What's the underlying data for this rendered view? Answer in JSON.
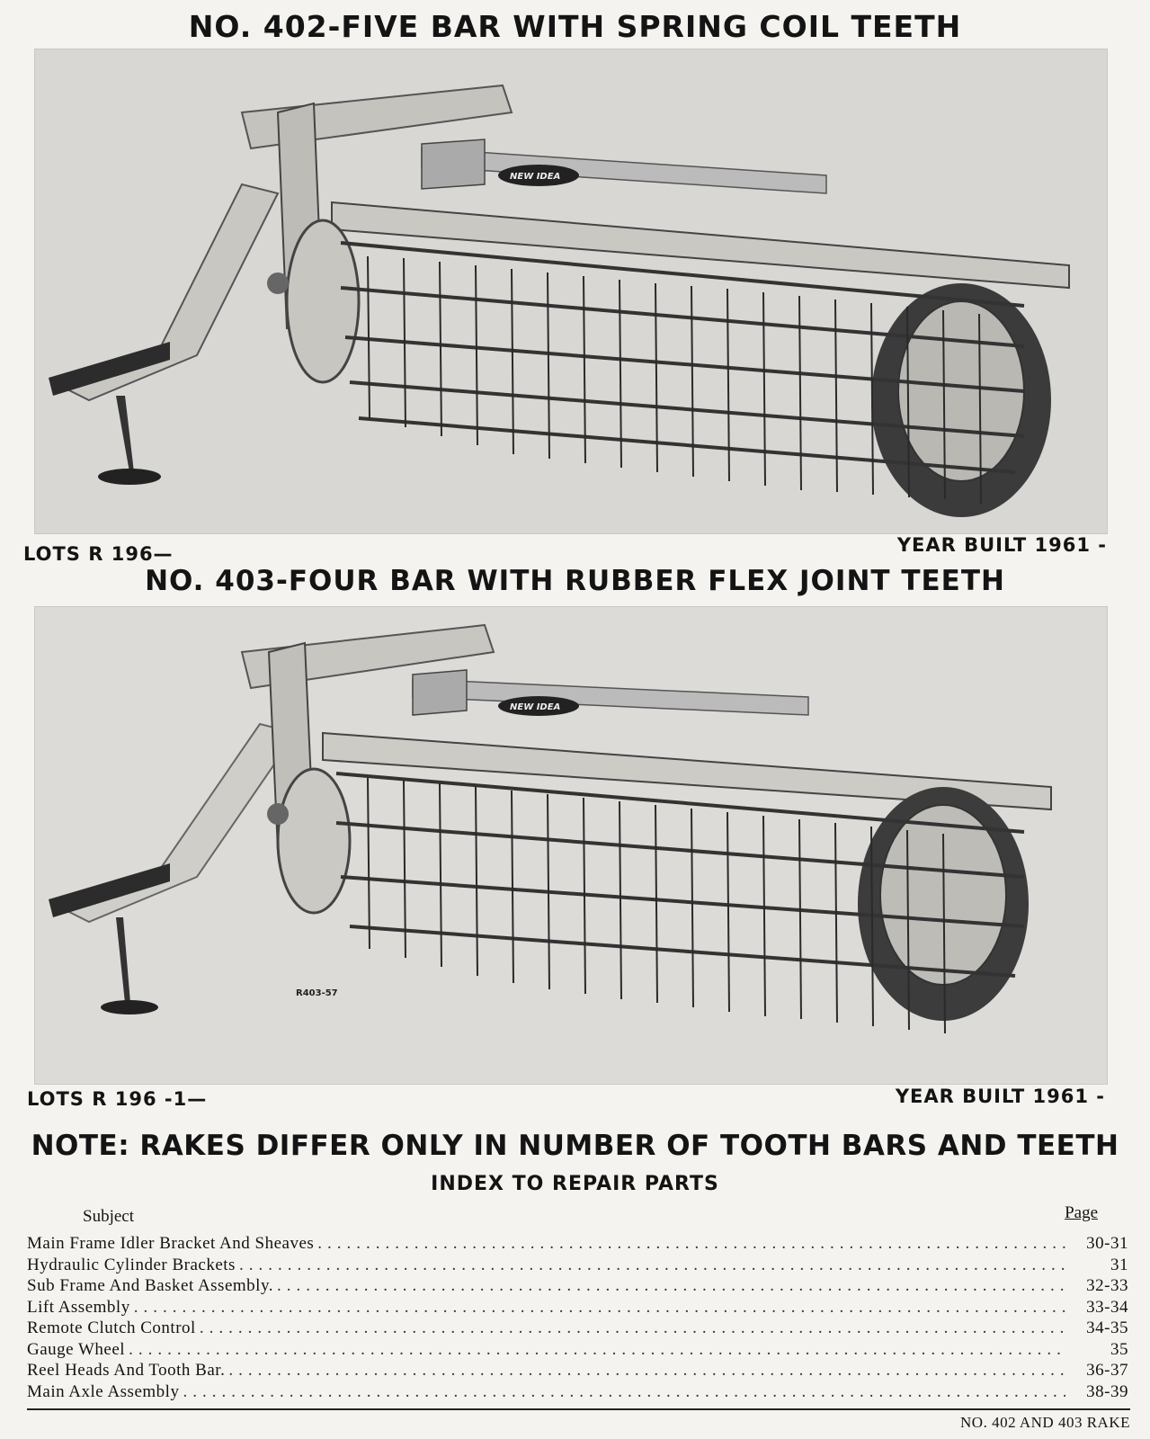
{
  "top": {
    "title": "NO. 402-FIVE BAR WITH SPRING COIL TEETH",
    "lots": "LOTS R 196—",
    "year": "YEAR BUILT 1961 -",
    "badge": "NEW IDEA"
  },
  "bottom": {
    "title": "NO. 403-FOUR BAR WITH RUBBER FLEX JOINT TEETH",
    "lots": "LOTS R 196 -1—",
    "year": "YEAR BUILT 1961 -",
    "badge": "NEW IDEA",
    "plate": "R403-57"
  },
  "note": "NOTE: RAKES DIFFER ONLY IN NUMBER OF TOOTH BARS AND TEETH",
  "index": {
    "title": "INDEX TO REPAIR PARTS",
    "subject_header": "Subject",
    "page_header": "Page",
    "items": [
      {
        "subject": "Main Frame Idler Bracket And Sheaves",
        "page": "30-31"
      },
      {
        "subject": "Hydraulic Cylinder Brackets",
        "page": "31"
      },
      {
        "subject": "Sub Frame And Basket Assembly.",
        "page": "32-33"
      },
      {
        "subject": "Lift Assembly",
        "page": "33-34"
      },
      {
        "subject": "Remote Clutch Control",
        "page": "34-35"
      },
      {
        "subject": "Gauge Wheel",
        "page": "35"
      },
      {
        "subject": "Reel Heads And Tooth Bar.",
        "page": "36-37"
      },
      {
        "subject": "Main Axle Assembly",
        "page": "38-39"
      }
    ]
  },
  "footer": "NO. 402 AND 403 RAKE"
}
